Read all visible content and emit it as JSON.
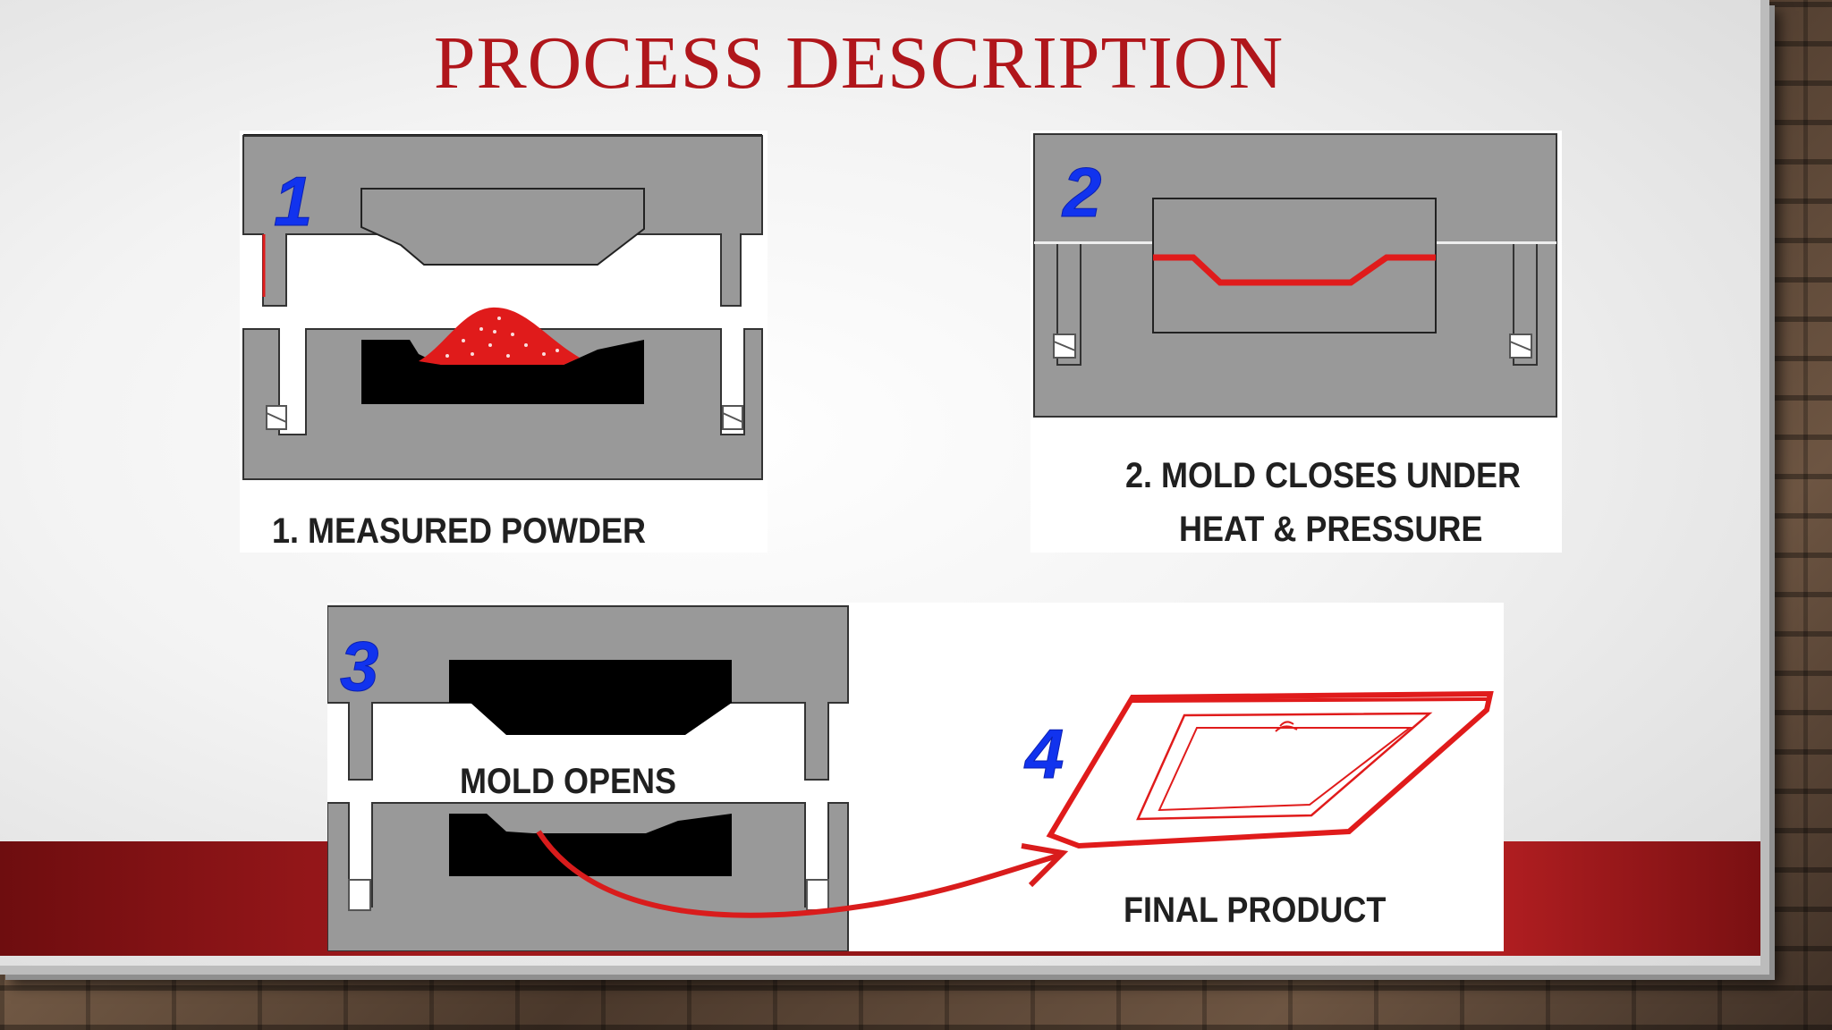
{
  "slide": {
    "title": "PROCESS DESCRIPTION"
  },
  "steps": [
    {
      "number": "1",
      "caption": "1.  MEASURED  POWDER"
    },
    {
      "number": "2",
      "caption_line1": "2.  MOLD CLOSES UNDER",
      "caption_line2": "HEAT & PRESSURE"
    },
    {
      "number": "3",
      "caption": "MOLD  OPENS"
    },
    {
      "number": "4",
      "caption": "FINAL  PRODUCT"
    }
  ],
  "colors": {
    "title": "#b0161b",
    "mold": "#999999",
    "cavity": "#000000",
    "material": "#e01b1b",
    "step_number": "#1133ee",
    "band": "#a31a1d"
  }
}
